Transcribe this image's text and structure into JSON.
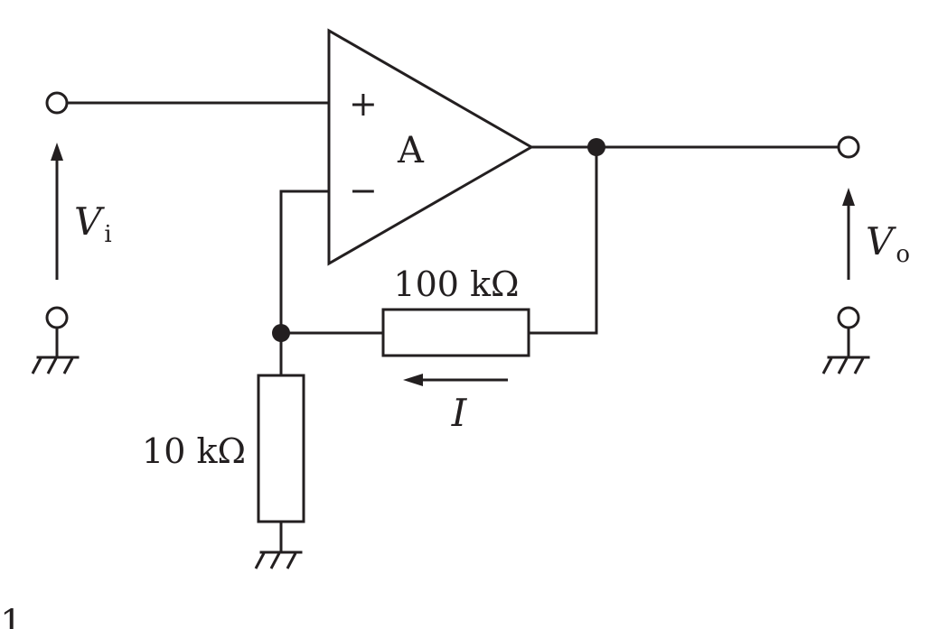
{
  "diagram": {
    "amplifier": {
      "label": "A",
      "plus_sign": "+",
      "minus_sign": "−"
    },
    "input": {
      "voltage_symbol": "V",
      "voltage_subscript": "i"
    },
    "output": {
      "voltage_symbol": "V",
      "voltage_subscript": "o"
    },
    "feedback_resistor": {
      "value": "100 kΩ"
    },
    "ground_resistor": {
      "value": "10 kΩ"
    },
    "current": {
      "symbol": "I"
    },
    "figure_number": "1"
  },
  "colors": {
    "ink": "#231f20",
    "background": "#ffffff"
  }
}
